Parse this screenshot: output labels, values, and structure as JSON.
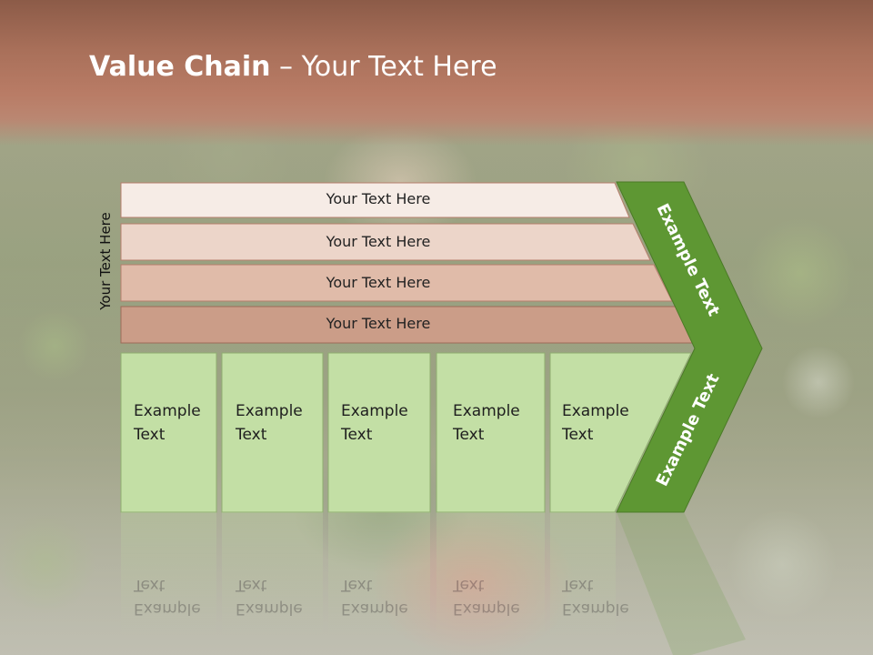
{
  "slide": {
    "title_bold": "Value Chain",
    "title_rest": " – Your Text Here"
  },
  "diagram": {
    "side_label": "Your Text Here",
    "rows": [
      {
        "label": "Your Text Here"
      },
      {
        "label": "Your Text Here"
      },
      {
        "label": "Your Text Here"
      },
      {
        "label": "Your Text Here"
      }
    ],
    "boxes": [
      {
        "label": "Example\nText"
      },
      {
        "label": "Example\nText"
      },
      {
        "label": "Example\nText"
      },
      {
        "label": "Example\nText"
      },
      {
        "label": "Example\nText"
      }
    ],
    "chevron_upper_label": "Example Text",
    "chevron_lower_label": "Example Text"
  },
  "colors": {
    "title_band": "#b07560",
    "row_1": "#f6ece6",
    "row_2": "#ecd5c9",
    "row_3": "#e0bba9",
    "row_4": "#cb9d88",
    "box_fill": "#c3dfa5",
    "chevron": "#5e9733"
  }
}
